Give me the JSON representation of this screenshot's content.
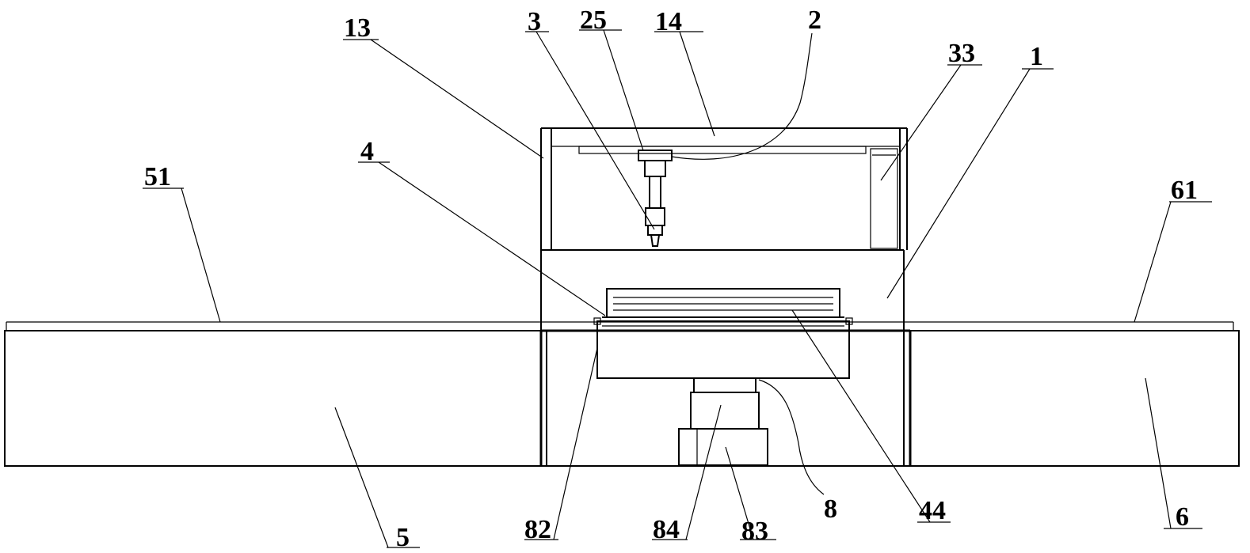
{
  "labels": {
    "l13": "13",
    "l3": "3",
    "l25": "25",
    "l14": "14",
    "l2": "2",
    "l33": "33",
    "l1": "1",
    "l4": "4",
    "l51": "51",
    "l61": "61",
    "l82": "82",
    "l84": "84",
    "l83": "83",
    "l8": "8",
    "l44": "44",
    "l5": "5",
    "l6": "6"
  }
}
